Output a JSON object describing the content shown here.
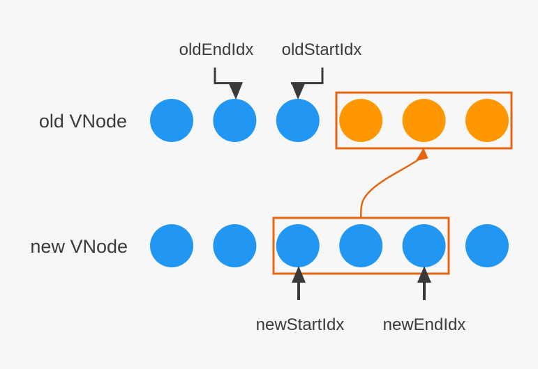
{
  "colors": {
    "bg": "#f7f7f8",
    "ink": "#3a3a3a",
    "node_blue": "#2196f3",
    "node_orange": "#ff9800",
    "highlight": "#e8650f"
  },
  "diagram": {
    "old_row": {
      "label": "old VNode",
      "nodes": [
        "blue",
        "blue",
        "blue",
        "orange",
        "orange",
        "orange"
      ],
      "highlighted_nodes": [
        3,
        4,
        5
      ]
    },
    "new_row": {
      "label": "new VNode",
      "nodes": [
        "blue",
        "blue",
        "blue",
        "blue",
        "blue",
        "blue"
      ],
      "highlighted_nodes": [
        2,
        3,
        4
      ]
    },
    "pointers": {
      "old_end_label": "oldEndIdx",
      "old_start_label": "oldStartIdx",
      "new_start_label": "newStartIdx",
      "new_end_label": "newEndIdx"
    }
  }
}
